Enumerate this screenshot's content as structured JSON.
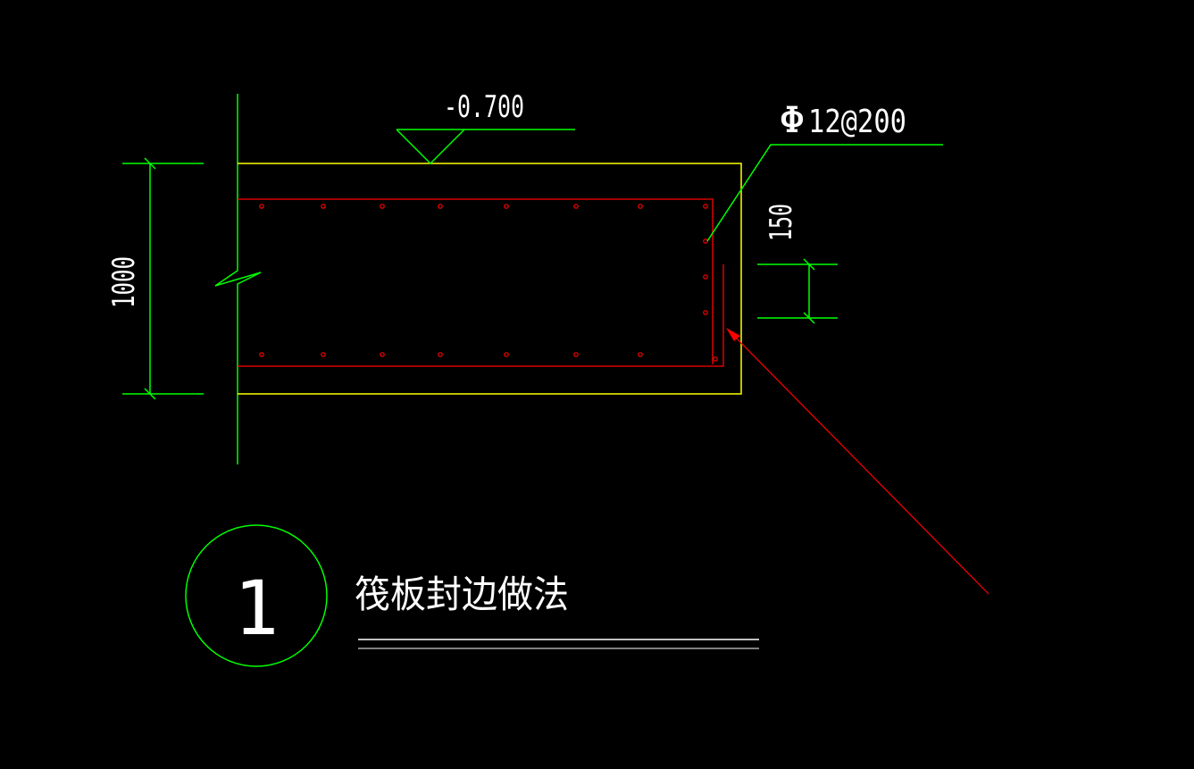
{
  "drawing": {
    "background": "#000000",
    "colors": {
      "dimension": "#00ff00",
      "outline": "#ffff00",
      "rebar": "#ff0000",
      "text": "#ffffff"
    },
    "elevation_label": "-0.700",
    "rebar_callout": {
      "symbol": "Φ",
      "spec": "12@200"
    },
    "dimension_height": "1000",
    "dimension_side": "150",
    "detail": {
      "number": "1",
      "title": "筏板封边做法"
    }
  }
}
